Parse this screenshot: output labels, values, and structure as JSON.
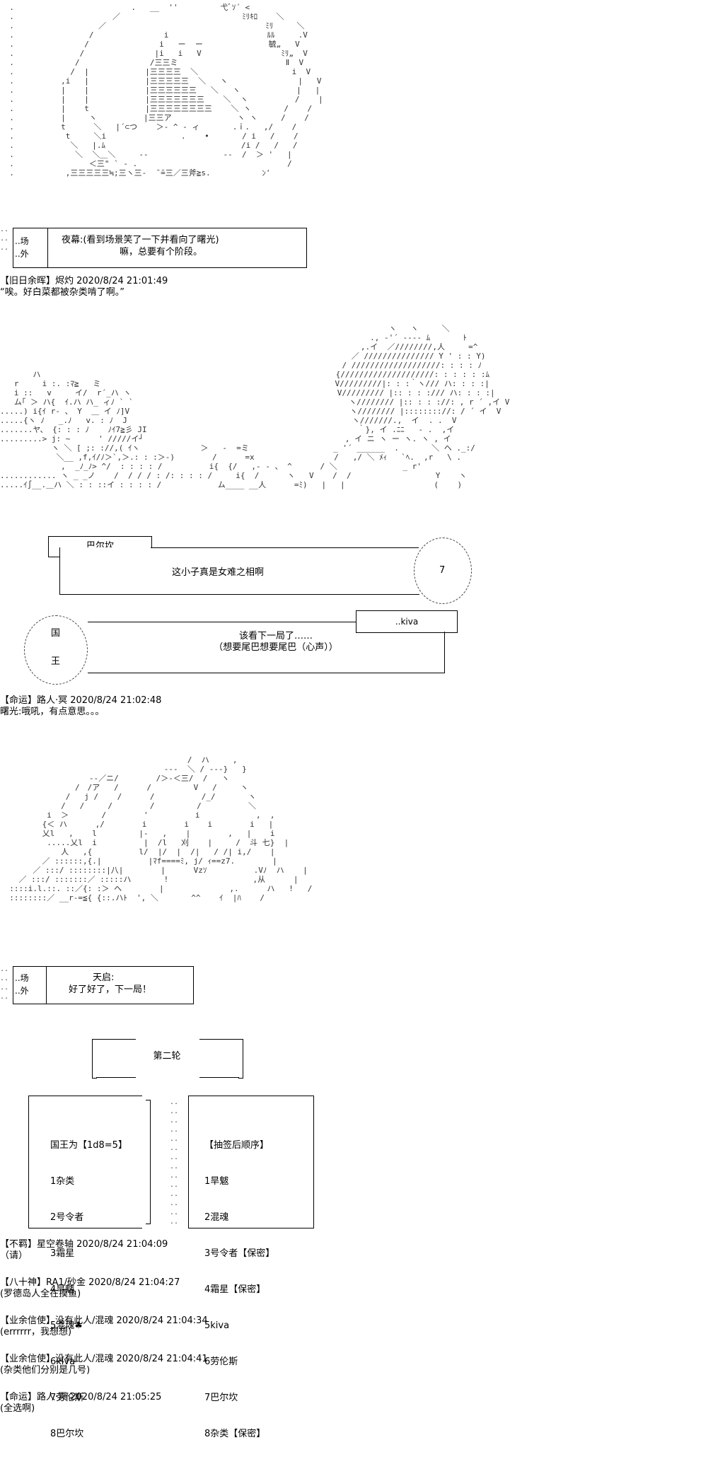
{
  "scene1": {
    "box": {
      "label_top": "..场",
      "label_bottom": "..外",
      "line1": "夜幕:(看到场景笑了一下并看向了曙光)",
      "line2": "嘛，总要有个阶段。"
    }
  },
  "post1": {
    "header": "【旧日余晖】烬灼 2020/8/24 21:01:49",
    "body": "“唉。好白菜都被杂类啃了啊。”"
  },
  "scene2": {
    "speaker1": "巴尔坎",
    "line1": "这小子真是女难之相啊",
    "circle_num": "7",
    "king_top": "国",
    "king_bottom": "王",
    "speaker2": "..kiva",
    "line2": "该看下一局了……",
    "line3": "（想要尾巴想要尾巴（心声））"
  },
  "post2": {
    "header": "【命运】路人·冥 2020/8/24 21:02:48",
    "body": "曙光:哦吼，有点意思。。。"
  },
  "scene3": {
    "box": {
      "label_top": "..场",
      "label_bottom": "..外",
      "line1": "天启:",
      "line2": "好了好了，下一局！"
    }
  },
  "round": {
    "title": "第二轮",
    "left": [
      "国王为【1d8=5】",
      "1杂类",
      "2号令者",
      "3霜星",
      "4旱魃",
      "5混魂♣",
      "6kiva",
      "7劳伦斯",
      "8巴尔坎"
    ],
    "right": [
      "【抽签后顺序】",
      "1旱魃",
      "2混魂",
      "3号令者【保密】",
      "4霜星【保密】",
      "5kiva",
      "6劳伦斯",
      "7巴尔坎",
      "8杂类【保密】"
    ]
  },
  "comments": [
    {
      "header": "【不羁】星空卷轴 2020/8/24 21:04:09",
      "body": "（请）"
    },
    {
      "header": "【八十神】RA1/砂金 2020/8/24 21:04:27",
      "body": "(罗德岛人全在摸鱼)"
    },
    {
      "header": "【业余信使】没有此人/混魂 2020/8/24 21:04:34",
      "body": "(errrrrr，我想想)"
    },
    {
      "header": "【业余信使】没有此人/混魂 2020/8/24 21:04:41",
      "body": "(杂类他们分别是几号)"
    },
    {
      "header": "【命运】路人·冥 2020/8/24 21:05:25",
      "body": "(全选啊)"
    }
  ]
}
